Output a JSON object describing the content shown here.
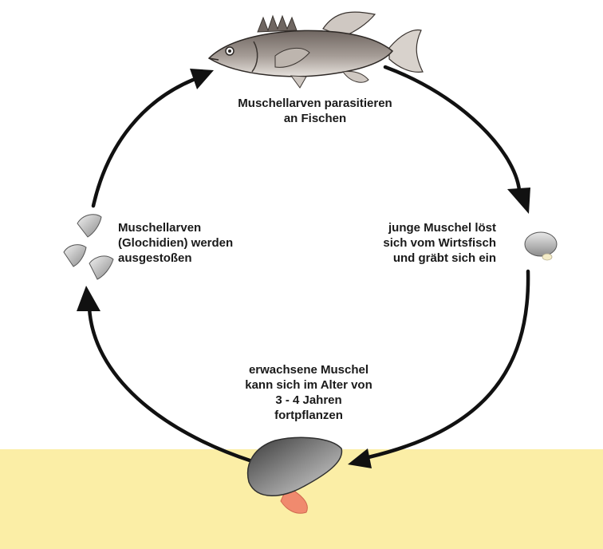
{
  "stages": {
    "fish": {
      "label": "Muschellarven parasitieren\nan Fischen",
      "icon": "fish-icon"
    },
    "juvenile": {
      "label": "junge Muschel löst\nsich vom Wirtsfisch\nund gräbt sich ein",
      "icon": "juvenile-mussel-icon"
    },
    "adult": {
      "label": "erwachsene Muschel\nkann sich im Alter von\n3 - 4 Jahren\nfortpflanzen",
      "icon": "adult-mussel-icon"
    },
    "larvae": {
      "label": "Muschellarven\n(Glochidien) werden\nausgestoßen",
      "icon": "glochidia-icon"
    }
  },
  "colors": {
    "sand": "#fbeea6",
    "arrow": "#111111",
    "fish": "#8f8580",
    "mussel": "#6e6e6e",
    "foot": "#f08a6e"
  }
}
